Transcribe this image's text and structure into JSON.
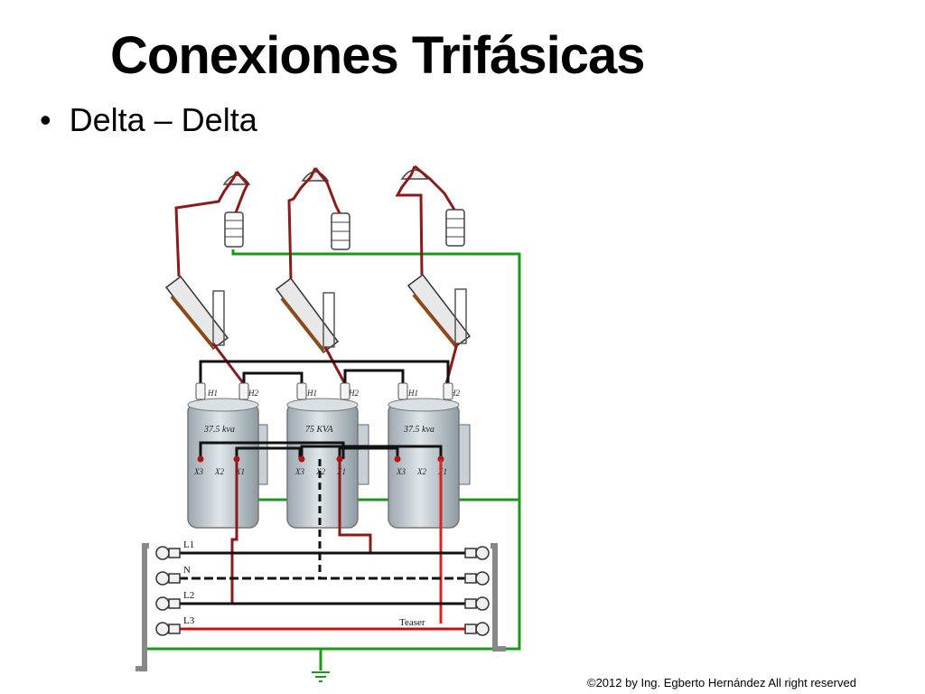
{
  "slide": {
    "title": "Conexiones Trifásicas",
    "bullet": "Delta – Delta"
  },
  "diagram": {
    "transformers": [
      {
        "rating": "37.5 kva",
        "h1": "H1",
        "h2": "H2",
        "x3": "X3",
        "x2": "X2",
        "x1": "X1"
      },
      {
        "rating": "75 KVA",
        "h1": "H1",
        "h2": "H2",
        "x3": "X3",
        "x2": "X2",
        "x1": "X1"
      },
      {
        "rating": "37.5 kva",
        "h1": "H1",
        "h2": "H2",
        "x3": "X3",
        "x2": "X2",
        "x1": "X1"
      }
    ],
    "lines": {
      "l1": "L1",
      "n": "N",
      "l2": "L2",
      "l3": "L3"
    },
    "teaser": "Teaser",
    "colors": {
      "primary_wire": "#8b1a1a",
      "neutral_ground": "#1a9a1a",
      "secondary_black": "#111111",
      "secondary_red": "#e02020",
      "tank": "#b8c4cc"
    }
  },
  "footer": {
    "copyright": "©2012 by Ing. Egberto Hernández All right reserved"
  }
}
